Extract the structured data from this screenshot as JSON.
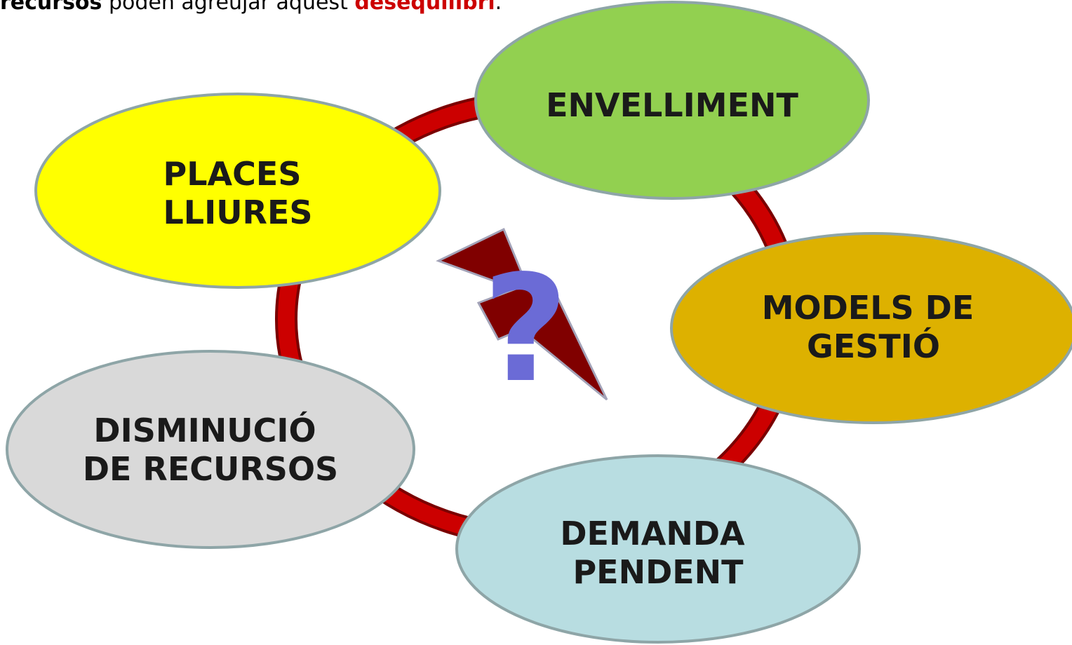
{
  "caption": {
    "bold_start": "recursos",
    "middle": " poden agreujar aquest ",
    "red_word": "desequilibri",
    "end": "."
  },
  "center_symbol": "?",
  "nodes": [
    {
      "id": "envelliment",
      "lines": [
        "ENVELLIMENT"
      ],
      "fill": "#92d050"
    },
    {
      "id": "models-gestio",
      "lines": [
        "MODELS DE",
        "GESTIÓ"
      ],
      "fill": "#ddb100"
    },
    {
      "id": "demanda-pendent",
      "lines": [
        "DEMANDA",
        "PENDENT"
      ],
      "fill": "#b8dde1"
    },
    {
      "id": "disminucio-recursos",
      "lines": [
        "DISMINUCIÓ",
        "DE RECURSOS"
      ],
      "fill": "#d9d9d9"
    },
    {
      "id": "places-lliures",
      "lines": [
        "PLACES",
        "LLIURES"
      ],
      "fill": "#ffff00"
    }
  ],
  "colors": {
    "ring": "#cc0000",
    "ring_edge": "#7a0000",
    "node_border": "#8ea5a7",
    "lightning": "#800000",
    "question": "#6b6bd6"
  }
}
